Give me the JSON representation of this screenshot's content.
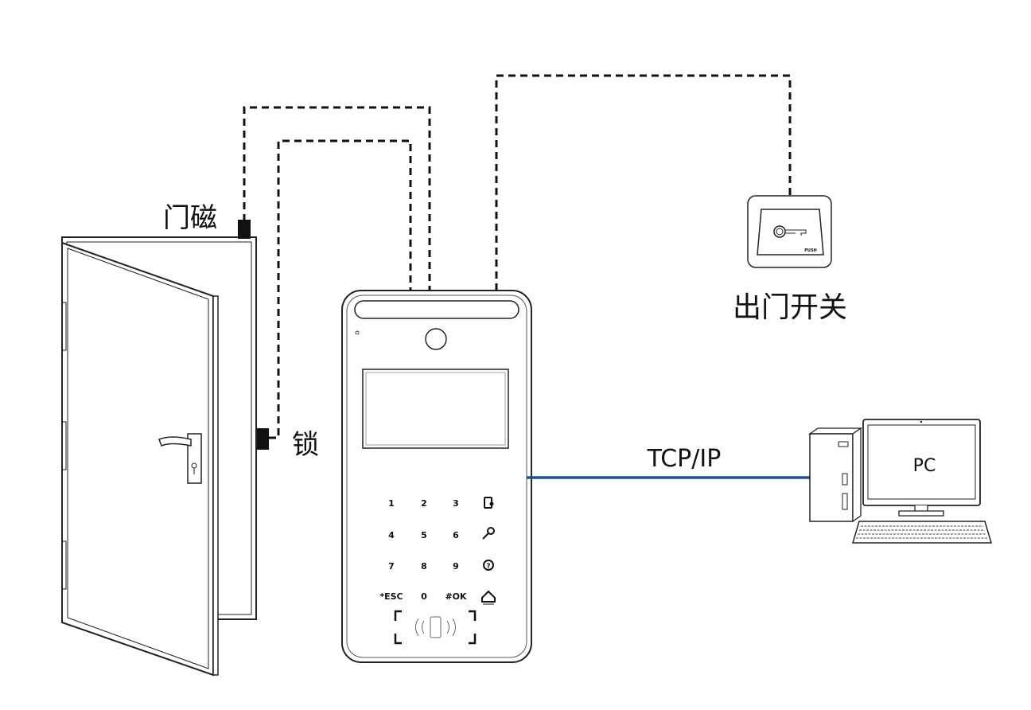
{
  "labels": {
    "door_sensor": "门磁",
    "lock": "锁",
    "exit_button": "出门开关",
    "network": "TCP/IP",
    "pc": "PC",
    "push": "PUSH"
  },
  "keypad": [
    "1",
    "2",
    "3",
    "4",
    "5",
    "6",
    "7",
    "8",
    "9",
    "*ESC",
    "0",
    "#OK"
  ],
  "keypad_icons": [
    "doorbell-phone-icon",
    "key-icon",
    "help-icon",
    "home-icon"
  ],
  "colors": {
    "network_line": "#1f4e9c",
    "line": "#111111"
  }
}
